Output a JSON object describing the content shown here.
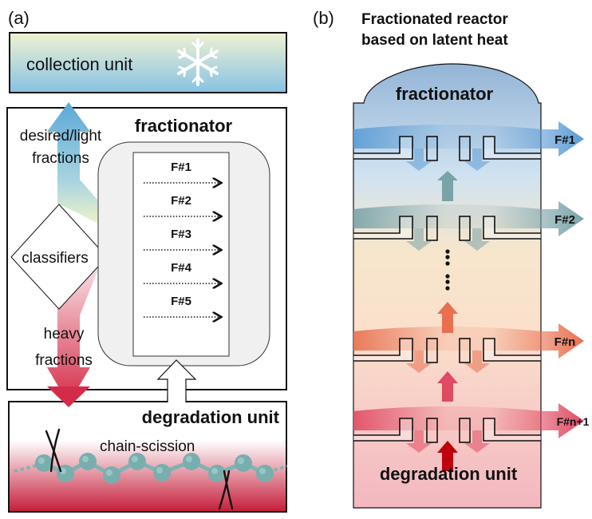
{
  "panel_a": {
    "label": "(a)",
    "collection_unit": "collection unit",
    "fractionator_title": "fractionator",
    "light_label_1": "desired/light",
    "light_label_2": "fractions",
    "classifiers": "classifiers",
    "heavy_label_1": "heavy",
    "heavy_label_2": "fractions",
    "fractions": [
      "F#1",
      "F#2",
      "F#3",
      "F#4",
      "F#5"
    ],
    "degradation_unit": "degradation unit",
    "chain_scission": "chain-scission",
    "icons": [
      "snowflake-icon",
      "scissors-icon"
    ]
  },
  "panel_b": {
    "label": "(b)",
    "title_1": "Fractionated reactor",
    "title_2": "based on latent heat",
    "fractionator": "fractionator",
    "outlets": [
      "F#1",
      "F#2",
      "F#n",
      "F#n+1"
    ],
    "degradation_unit": "degradation unit",
    "colors": {
      "f1": "#5b9bd5",
      "f2": "#7aa3a8",
      "fn": "#e8704f",
      "fn1": "#e04a62",
      "bottom_arrow": "#c0000c"
    }
  }
}
